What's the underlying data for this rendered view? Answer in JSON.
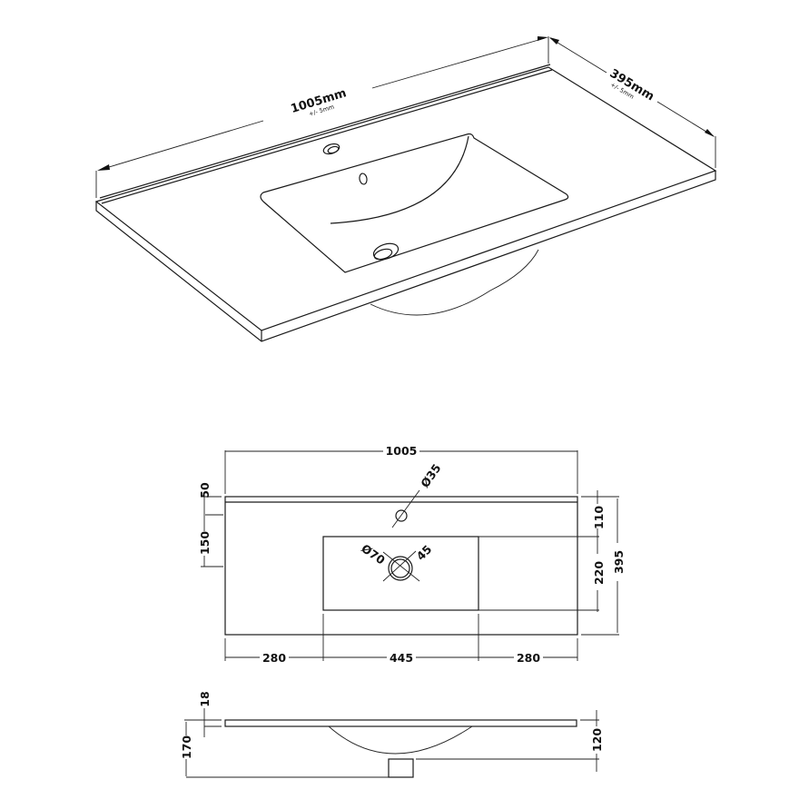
{
  "isometric_view": {
    "length_label": "1005mm",
    "length_tolerance": "+/- 5mm",
    "depth_label": "395mm",
    "depth_tolerance": "+/- 5mm"
  },
  "plan_view": {
    "overall_width": "1005",
    "back_upstand": "50",
    "tap_hole_offset": "150",
    "tap_hole_diameter": "Ø35",
    "waste_diameter": "Ø70",
    "waste_size": "45",
    "right_top": "110",
    "bowl_depth": "220",
    "overall_depth": "395",
    "left_margin": "280",
    "bowl_width": "445",
    "right_margin": "280"
  },
  "side_view": {
    "top_thickness": "18",
    "overall_height": "170",
    "bowl_height": "120"
  }
}
